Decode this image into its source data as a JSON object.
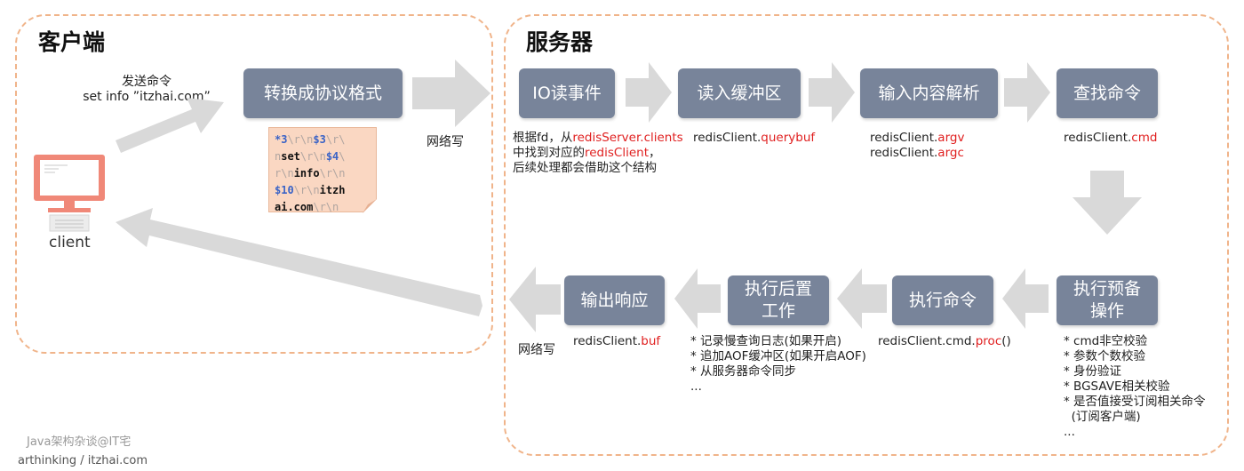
{
  "client_region": {
    "title": "客户端"
  },
  "server_region": {
    "title": "服务器"
  },
  "client": {
    "label": "client",
    "send_note": [
      "发送命令",
      "set info ”itzhai.com”"
    ],
    "convert_box": "转换成协议格式",
    "protocol_lines": [
      [
        {
          "t": "*3",
          "k": "num"
        },
        {
          "t": "\\r\\n",
          "k": "esc"
        },
        {
          "t": "$3",
          "k": "num"
        },
        {
          "t": "\\r\\",
          "k": "esc"
        }
      ],
      [
        {
          "t": "n",
          "k": "esc"
        },
        {
          "t": "set",
          "k": "word"
        },
        {
          "t": "\\r\\n",
          "k": "esc"
        },
        {
          "t": "$4",
          "k": "num"
        },
        {
          "t": "\\",
          "k": "esc"
        }
      ],
      [
        {
          "t": "r\\n",
          "k": "esc"
        },
        {
          "t": "info",
          "k": "word"
        },
        {
          "t": "\\r\\n",
          "k": "esc"
        }
      ],
      [
        {
          "t": "$10",
          "k": "num"
        },
        {
          "t": "\\r\\n",
          "k": "esc"
        },
        {
          "t": "itzh",
          "k": "word"
        }
      ],
      [
        {
          "t": "ai.com",
          "k": "word"
        },
        {
          "t": "\\r\\n",
          "k": "esc"
        }
      ]
    ],
    "network_write_in": "网络写"
  },
  "server": {
    "boxes": {
      "io_event": "IO读事件",
      "read_buffer": "读入缓冲区",
      "parse_input": "输入内容解析",
      "find_command": "查找命令",
      "pre_ops": [
        "执行预备",
        "操作"
      ],
      "exec_command": "执行命令",
      "post_work": [
        "执行后置",
        "工作"
      ],
      "output_response": "输出响应"
    },
    "notes": {
      "io_event": [
        [
          {
            "t": "根据fd，从"
          },
          {
            "t": "redisServer.clients",
            "red": true
          }
        ],
        [
          {
            "t": "中找到对应的"
          },
          {
            "t": "redisClient",
            "red": true
          },
          {
            "t": "，"
          }
        ],
        [
          {
            "t": "后续处理都会借助这个结构"
          }
        ]
      ],
      "read_buffer": [
        [
          {
            "t": "redisClient."
          },
          {
            "t": "querybuf",
            "red": true
          }
        ]
      ],
      "parse_input": [
        [
          {
            "t": "redisClient."
          },
          {
            "t": "argv",
            "red": true
          }
        ],
        [
          {
            "t": "redisClient."
          },
          {
            "t": "argc",
            "red": true
          }
        ]
      ],
      "find_command": [
        [
          {
            "t": "redisClient."
          },
          {
            "t": "cmd",
            "red": true
          }
        ]
      ],
      "pre_ops": [
        [
          {
            "t": "* cmd非空校验"
          }
        ],
        [
          {
            "t": "* 参数个数校验"
          }
        ],
        [
          {
            "t": "* 身份验证"
          }
        ],
        [
          {
            "t": "* BGSAVE相关校验"
          }
        ],
        [
          {
            "t": "* 是否值接受订阅相关命令"
          }
        ],
        [
          {
            "t": "  (订阅客户端)"
          }
        ],
        [
          {
            "t": "..."
          }
        ]
      ],
      "exec_command": [
        [
          {
            "t": "redisClient.cmd."
          },
          {
            "t": "proc",
            "red": true
          },
          {
            "t": "()"
          }
        ]
      ],
      "post_work": [
        [
          {
            "t": "* 记录慢查询日志(如果开启)"
          }
        ],
        [
          {
            "t": "* 追加AOF缓冲区(如果开启AOF)"
          }
        ],
        [
          {
            "t": "* 从服务器命令同步"
          }
        ],
        [
          {
            "t": "..."
          }
        ]
      ],
      "output_response": [
        [
          {
            "t": "redisClient."
          },
          {
            "t": "buf",
            "red": true
          }
        ]
      ]
    },
    "network_write_out": "网络写"
  },
  "footer": {
    "line1": "Java架构杂谈@IT宅",
    "line2": "arthinking / itzhai.com"
  },
  "colors": {
    "box": "#78849a",
    "region_border": "#f0b48a",
    "arrow": "#d9d9d9",
    "accent_red": "#e02020",
    "monitor": "#f08878"
  }
}
